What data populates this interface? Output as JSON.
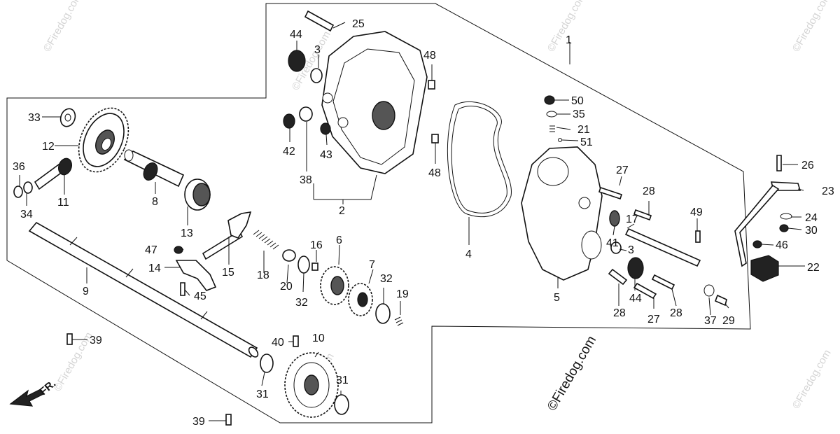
{
  "watermark": {
    "main": "©Firedog.com",
    "faint": "©Firedog.com"
  },
  "direction": {
    "label": "FR."
  },
  "callouts": [
    {
      "part": "1"
    },
    {
      "part": "2"
    },
    {
      "part": "3"
    },
    {
      "part": "3"
    },
    {
      "part": "4"
    },
    {
      "part": "5"
    },
    {
      "part": "6"
    },
    {
      "part": "7"
    },
    {
      "part": "8"
    },
    {
      "part": "9"
    },
    {
      "part": "10"
    },
    {
      "part": "11"
    },
    {
      "part": "12"
    },
    {
      "part": "13"
    },
    {
      "part": "14"
    },
    {
      "part": "15"
    },
    {
      "part": "16"
    },
    {
      "part": "17"
    },
    {
      "part": "18"
    },
    {
      "part": "19"
    },
    {
      "part": "20"
    },
    {
      "part": "21"
    },
    {
      "part": "22"
    },
    {
      "part": "23"
    },
    {
      "part": "24"
    },
    {
      "part": "25"
    },
    {
      "part": "26"
    },
    {
      "part": "27"
    },
    {
      "part": "27"
    },
    {
      "part": "28"
    },
    {
      "part": "28"
    },
    {
      "part": "28"
    },
    {
      "part": "29"
    },
    {
      "part": "30"
    },
    {
      "part": "31"
    },
    {
      "part": "31"
    },
    {
      "part": "32"
    },
    {
      "part": "32"
    },
    {
      "part": "33"
    },
    {
      "part": "34"
    },
    {
      "part": "35"
    },
    {
      "part": "36"
    },
    {
      "part": "37"
    },
    {
      "part": "38"
    },
    {
      "part": "39"
    },
    {
      "part": "39"
    },
    {
      "part": "40"
    },
    {
      "part": "41"
    },
    {
      "part": "42"
    },
    {
      "part": "43"
    },
    {
      "part": "44"
    },
    {
      "part": "44"
    },
    {
      "part": "45"
    },
    {
      "part": "46"
    },
    {
      "part": "47"
    },
    {
      "part": "48"
    },
    {
      "part": "48"
    },
    {
      "part": "49"
    },
    {
      "part": "50"
    },
    {
      "part": "51"
    }
  ]
}
